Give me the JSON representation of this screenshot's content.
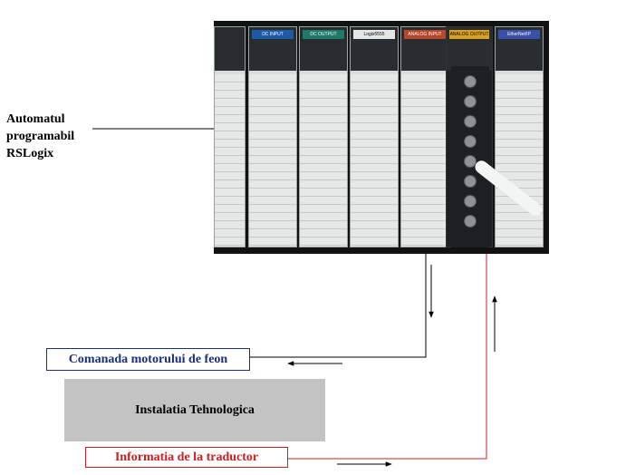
{
  "plc_label": {
    "line1": "Automatul",
    "line2": "programabil",
    "line3": "RSLogix"
  },
  "modules": [
    {
      "tag": ""
    },
    {
      "tag": "DC INPUT"
    },
    {
      "tag": "DC OUTPUT"
    },
    {
      "tag": "Logix5555"
    },
    {
      "tag": "ANALOG INPUT"
    },
    {
      "tag": "ANALOG OUTPUT"
    },
    {
      "tag": "EtherNet/IP"
    }
  ],
  "command_box": {
    "label": "Comanada motorului de feon"
  },
  "installation_box": {
    "label": "Instalatia Tehnologica"
  },
  "info_box": {
    "label": "Informatia de la traductor"
  },
  "colors": {
    "command": "#1b2f7a",
    "info": "#cc2020",
    "installation": "#c3c3c3",
    "line": "#000000"
  }
}
